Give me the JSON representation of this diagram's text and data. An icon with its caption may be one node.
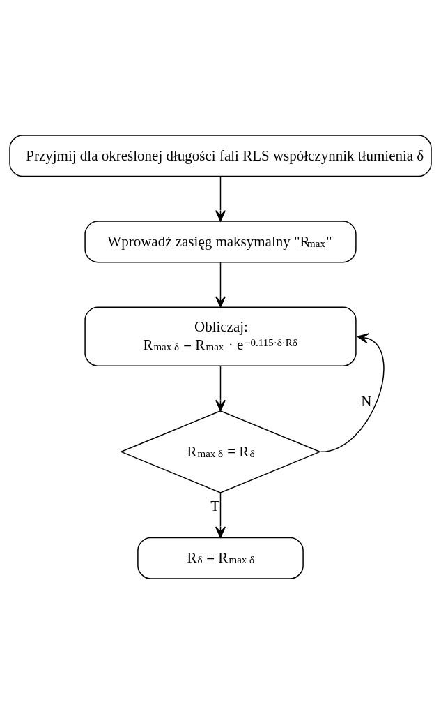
{
  "diagram": {
    "nodes": [
      {
        "text": [
          "Przyjmij dla określonej długości fali RLS współczynnik tłumienia δ"
        ]
      },
      {
        "text": [
          "Wprowadź zasięg maksymalny \"R$_{max}$\""
        ]
      },
      {
        "text": [
          "Obliczaj:",
          "R$_{max δ}$ = R$_{max}$ · e$^{−0.115·δ·Rδ}$"
        ]
      },
      {
        "text": [
          "R$_{max δ}$ = R$_{δ}$"
        ]
      },
      {
        "text": [
          "R$_{δ}$ = R$_{max δ}$"
        ]
      }
    ],
    "edges": [
      {
        "from": 0,
        "to": 1,
        "arrow": "to"
      },
      {
        "from": 1,
        "to": 2,
        "arrow": "to"
      },
      {
        "from": 2,
        "to": 3,
        "arrow": "to"
      },
      {
        "from": 3,
        "to": 4,
        "arrow": "to",
        "label": "T"
      },
      {
        "from": 3,
        "to": 2,
        "arrow": "to",
        "label": "N"
      }
    ]
  }
}
